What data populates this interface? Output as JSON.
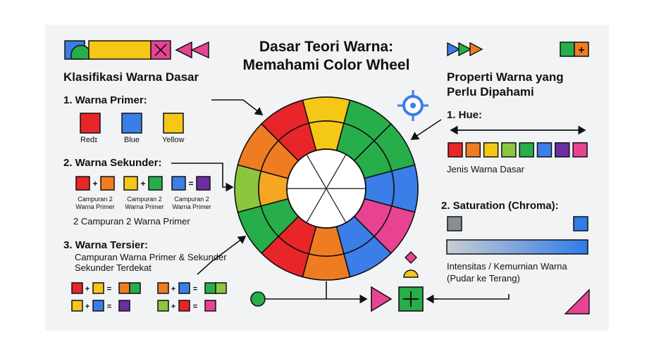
{
  "title": {
    "line1": "Dasar Teori Warna:",
    "line2": "Memahami Color Wheel"
  },
  "left": {
    "heading": "Klasifikasi Warna Dasar",
    "primary": {
      "heading": "1. Warna Primer:",
      "swatches": [
        {
          "label": "Redɪ",
          "color": "#e8262a"
        },
        {
          "label": "Blue",
          "color": "#3b7ee8"
        },
        {
          "label": "Yellow",
          "color": "#f5c818"
        }
      ]
    },
    "secondary": {
      "heading": "2. Warna Sekunder:",
      "groups": [
        {
          "a": "#e8262a",
          "b": "#f07c22",
          "caption1": "Campuran 2",
          "caption2": "Warna Primer"
        },
        {
          "a": "#f5c818",
          "b": "#27ae4a",
          "caption1": "Campuran 2",
          "caption2": "Warna Primer"
        },
        {
          "a": "#3b7ee8",
          "b": "#6a2fa0",
          "caption1": "Campuran 2",
          "caption2": "Warna Primer"
        }
      ],
      "note": "2 Campuran 2 Warna Primer"
    },
    "tertiary": {
      "heading": "3. Warna Tersier:",
      "desc1": "Campuran Warna Primer & Sekunder",
      "desc2": "Sekunder Terdekat",
      "plus": "+",
      "equals": "="
    }
  },
  "right": {
    "heading1": "Properti Warna yang",
    "heading2": "Perlu Dipahami",
    "hue": {
      "heading": "1. Hue:",
      "swatches": [
        "#e8262a",
        "#f07c22",
        "#f5c818",
        "#8cc63f",
        "#27ae4a",
        "#3b7ee8",
        "#6a2fa0",
        "#e84393"
      ],
      "caption": "Jenis Warna Dasar"
    },
    "saturation": {
      "heading": "2. Saturation (Chroma):",
      "caption1": "Intensitas / Kemurnian Warna",
      "caption2": "(Pudar ke Terang)",
      "from_color": "#8a8d91",
      "to_color": "#2f7be8"
    }
  },
  "wheel": {
    "outer_colors": [
      "#f5c818",
      "#27ae4a",
      "#27ae4a",
      "#3b7ee8",
      "#e84393",
      "#3b7ee8",
      "#f07c22",
      "#e8262a",
      "#27ae4a",
      "#8cc63f",
      "#f07c22",
      "#e8262a"
    ],
    "inner_colors": [
      "#f5c818",
      "#27ae4a",
      "#27ae4a",
      "#3b7ee8",
      "#e84393",
      "#3b7ee8",
      "#f07c22",
      "#e8262a",
      "#27ae4a",
      "#f5a623",
      "#f07c22",
      "#e8262a"
    ]
  },
  "palette": {
    "red": "#e8262a",
    "orange": "#f07c22",
    "yellow": "#f5c818",
    "green": "#27ae4a",
    "lime": "#8cc63f",
    "blue": "#3b7ee8",
    "purple": "#6a2fa0",
    "pink": "#e84393",
    "ink": "#111111"
  },
  "icons": {
    "plus": "+",
    "equals": "=",
    "cross": "×"
  }
}
